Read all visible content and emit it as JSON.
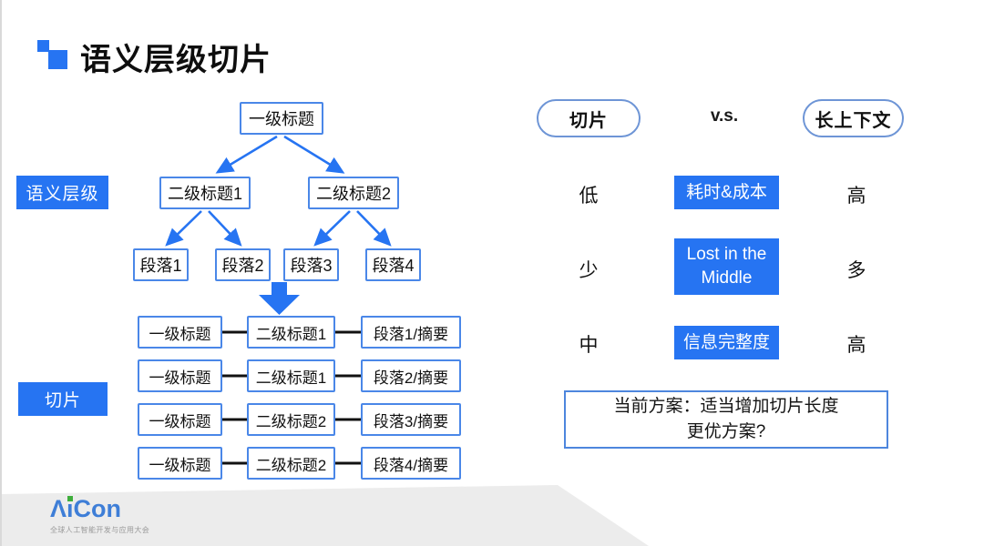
{
  "title": {
    "text": "语义层级切片"
  },
  "tree": {
    "section_label": "语义层级",
    "root": "一级标题",
    "level2": [
      "二级标题1",
      "二级标题2"
    ],
    "paragraphs": [
      "段落1",
      "段落2",
      "段落3",
      "段落4"
    ]
  },
  "slices": {
    "section_label": "切片",
    "rows": [
      [
        "一级标题",
        "二级标题1",
        "段落1/摘要"
      ],
      [
        "一级标题",
        "二级标题1",
        "段落2/摘要"
      ],
      [
        "一级标题",
        "二级标题2",
        "段落3/摘要"
      ],
      [
        "一级标题",
        "二级标题2",
        "段落4/摘要"
      ]
    ]
  },
  "comparison": {
    "left_header": "切片",
    "vs": "v.s.",
    "right_header": "长上下文",
    "rows": [
      {
        "left": "低",
        "metric": "耗时&成本",
        "right": "高"
      },
      {
        "left": "少",
        "metric": "Lost in the Middle",
        "right": "多"
      },
      {
        "left": "中",
        "metric": "信息完整度",
        "right": "高"
      }
    ],
    "note_line1": "当前方案：适当增加切片长度",
    "note_line2": "更优方案?"
  },
  "logo": {
    "text": "AiCon",
    "part_a": "Λ",
    "part_i": "ı",
    "part_con": "Con",
    "subtext": "全球人工智能开发与应用大会"
  },
  "colors": {
    "accent_blue": "#2674F2",
    "tree_border_blue": "#4a87e8",
    "pill_border_blue": "#6e95d6",
    "footer_gray": "#ececec",
    "logo_blue": "#3e7ed7",
    "logo_green": "#3fae3c"
  }
}
